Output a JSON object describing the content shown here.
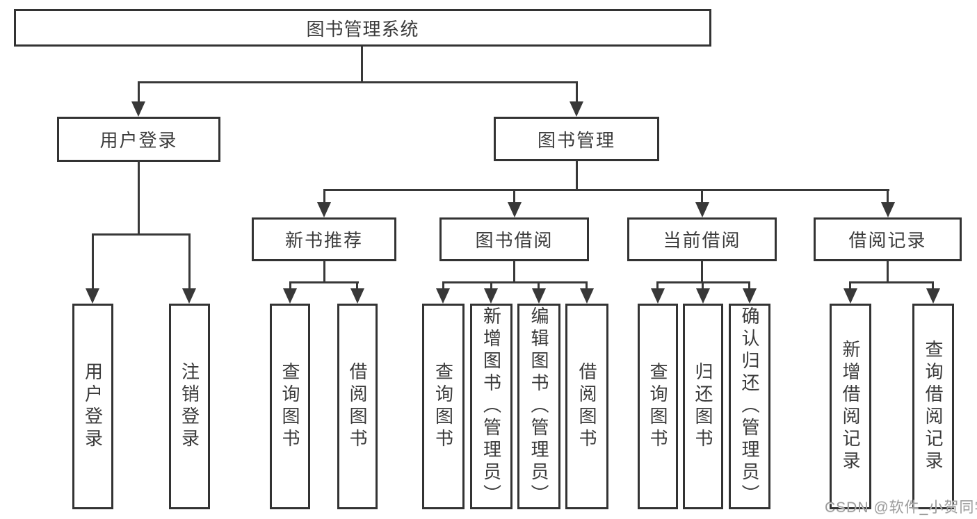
{
  "title": {
    "label": "图书管理系统"
  },
  "branches": {
    "user_login": {
      "label": "用户登录"
    },
    "book_management": {
      "label": "图书管理"
    }
  },
  "modules": [
    {
      "label": "新书推荐"
    },
    {
      "label": "图书借阅"
    },
    {
      "label": "当前借阅"
    },
    {
      "label": "借阅记录"
    }
  ],
  "leaves": [
    {
      "label": "用户登录",
      "parent": "用户登录"
    },
    {
      "label": "注销登录",
      "parent": "用户登录"
    },
    {
      "label": "查询图书",
      "parent": "新书推荐"
    },
    {
      "label": "借阅图书",
      "parent": "新书推荐"
    },
    {
      "label": "查询图书",
      "parent": "图书借阅"
    },
    {
      "label": "新增图书（管理员）",
      "parent": "图书借阅"
    },
    {
      "label": "编辑图书（管理员）",
      "parent": "图书借阅"
    },
    {
      "label": "借阅图书",
      "parent": "图书借阅"
    },
    {
      "label": "查询图书",
      "parent": "当前借阅"
    },
    {
      "label": "归还图书",
      "parent": "当前借阅"
    },
    {
      "label": "确认归还（管理员）",
      "parent": "当前借阅"
    },
    {
      "label": "新增借阅记录",
      "parent": "借阅记录"
    },
    {
      "label": "查询借阅记录",
      "parent": "借阅记录"
    }
  ],
  "watermark": {
    "text": "CSDN @软件_小贺同学"
  },
  "colors": {
    "line": "#383838",
    "box_border": "#333333",
    "text": "#3a3a3a",
    "watermark": "#9c9c9c",
    "background": "#ffffff"
  }
}
